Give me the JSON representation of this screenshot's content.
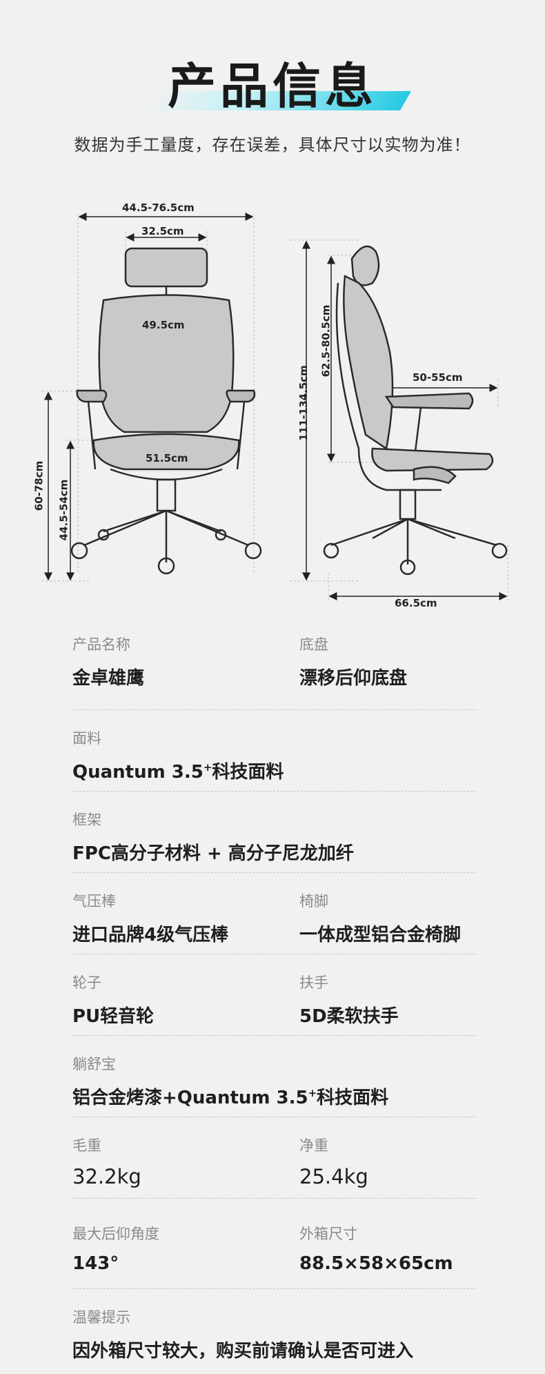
{
  "header": {
    "title": "产品信息",
    "note": "数据为手工量度，存在误差，具体尺寸以实物为准！"
  },
  "dimensions": {
    "overall_width": "44.5-76.5cm",
    "headrest_width": "32.5cm",
    "back_width": "49.5cm",
    "seat_width": "51.5cm",
    "armrest_height": "60-78cm",
    "seat_height": "44.5-54cm",
    "total_height": "111-134.5cm",
    "backrest_height": "62.5-80.5cm",
    "seat_depth": "50-55cm",
    "base_depth": "66.5cm"
  },
  "specs": {
    "name": {
      "label": "产品名称",
      "value": "金卓雄鹰"
    },
    "chassis": {
      "label": "底盘",
      "value": "漂移后仰底盘"
    },
    "fabric": {
      "label": "面料",
      "value_pre": "Quantum 3.5",
      "value_sup": "+",
      "value_post": "科技面料"
    },
    "frame": {
      "label": "框架",
      "value": "FPC高分子材料 + 高分子尼龙加纤"
    },
    "gas_lift": {
      "label": "气压棒",
      "value": "进口品牌4级气压棒"
    },
    "base": {
      "label": "椅脚",
      "value": "一体成型铝合金椅脚"
    },
    "wheels": {
      "label": "轮子",
      "value": "PU轻音轮"
    },
    "armrest": {
      "label": "扶手",
      "value": "5D柔软扶手"
    },
    "footrest": {
      "label": "躺舒宝",
      "value_pre": "铝合金烤漆+Quantum 3.5",
      "value_sup": "+",
      "value_post": "科技面料"
    },
    "gross_weight": {
      "label": "毛重",
      "value": "32.2kg"
    },
    "net_weight": {
      "label": "净重",
      "value": "25.4kg"
    },
    "max_recline": {
      "label": "最大后仰角度",
      "value": "143°"
    },
    "box_size": {
      "label": "外箱尺寸",
      "value": "88.5×58×65cm"
    },
    "tip": {
      "label": "温馨提示",
      "value": "因外箱尺寸较大，购买前请确认是否可进入"
    }
  }
}
